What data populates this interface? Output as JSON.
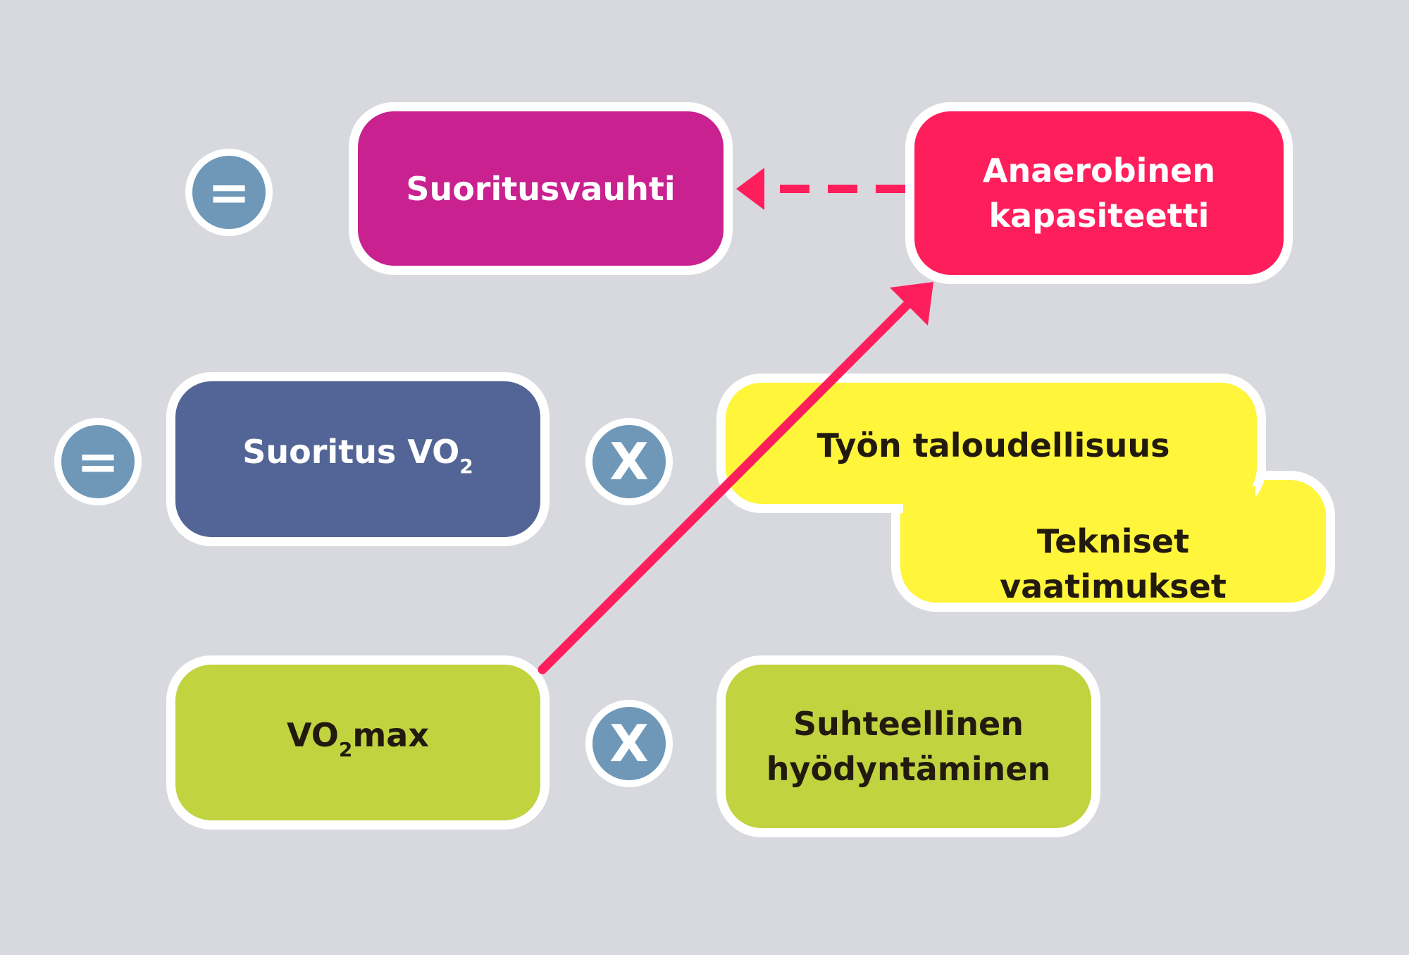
{
  "colors": {
    "background": "#d8d9df",
    "suoritusvauhti": "#c9218f",
    "anaerobinen": "#ff1e5c",
    "suoritus_vo2": "#536596",
    "yellow": "#fff53a",
    "green": "#c1d33f",
    "operator": "#6f98b8",
    "arrow": "#ff1e5c"
  },
  "operators": {
    "equals_top": "=",
    "equals_middle": "=",
    "times_middle": "X",
    "times_bottom": "X"
  },
  "boxes": {
    "suoritusvauhti": "Suoritusvauhti",
    "anaerobinen_line1": "Anaerobinen",
    "anaerobinen_line2": "kapasiteetti",
    "suoritus_vo2_main": "Suoritus VO",
    "suoritus_vo2_sub": "2",
    "tyon_taloudellisuus": "Työn taloudellisuus",
    "tekniset_vaatimukset": "Tekniset vaatimukset",
    "vo2max_pre": "VO",
    "vo2max_sub": "2",
    "vo2max_post": "max",
    "suhteellinen_line1": "Suhteellinen",
    "suhteellinen_line2": "hyödyntäminen"
  }
}
